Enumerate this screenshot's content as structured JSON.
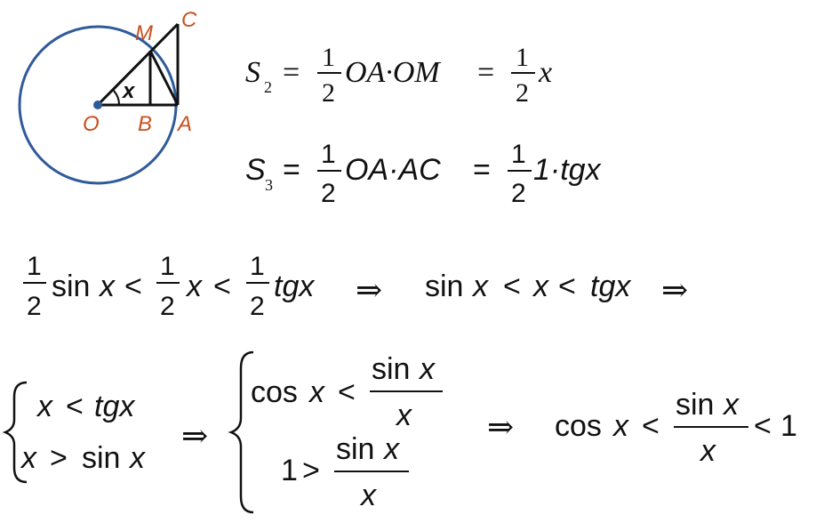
{
  "colors": {
    "circle": "#2f5b9a",
    "label": "#c8501e",
    "ink": "#111111"
  },
  "figure": {
    "points": {
      "O": "O",
      "B": "B",
      "A": "A",
      "M": "M",
      "C": "C"
    },
    "angle": "x"
  },
  "formula_s2": {
    "S": "S",
    "sub": "2",
    "eq1": "=",
    "one_a": "1",
    "two_a": "2",
    "term": "OA·OM",
    "eq2": "=",
    "one_b": "1",
    "two_b": "2",
    "x": "x"
  },
  "formula_s3": {
    "S": "S",
    "sub": "3",
    "eq1": "=",
    "one_a": "1",
    "two_a": "2",
    "term": "OA·AC",
    "eq2": "=",
    "one_b": "1",
    "two_b": "2",
    "tail": "1·tgx"
  },
  "ineq_row": {
    "one_a": "1",
    "two_a": "2",
    "sin": "sin",
    "x1": "x",
    "lt1": "<",
    "one_b": "1",
    "two_b": "2",
    "x2": "x",
    "lt2": "<",
    "one_c": "1",
    "two_c": "2",
    "tg": "tgx",
    "implies1": "⇒",
    "sin2": "sin",
    "x3": "x",
    "lt3": "<",
    "x4": "x",
    "lt4": "<",
    "tg2": "tgx",
    "implies2": "⇒"
  },
  "system1": {
    "row1_x": "x",
    "row1_lt": "<",
    "row1_tg": "tgx",
    "row2_x": "x",
    "row2_gt": ">",
    "row2_sin": "sin",
    "row2_x2": "x"
  },
  "implies3": "⇒",
  "system2": {
    "row1_cos": "cos",
    "row1_x": "x",
    "row1_lt": "<",
    "row1_num_sin": "sin",
    "row1_num_x": "x",
    "row1_den": "x",
    "row2_one": "1",
    "row2_gt": ">",
    "row2_num_sin": "sin",
    "row2_num_x": "x",
    "row2_den": "x"
  },
  "implies4": "⇒",
  "result": {
    "cos": "cos",
    "x": "x",
    "lt1": "<",
    "num_sin": "sin",
    "num_x": "x",
    "den": "x",
    "lt2": "<",
    "one": "1"
  }
}
